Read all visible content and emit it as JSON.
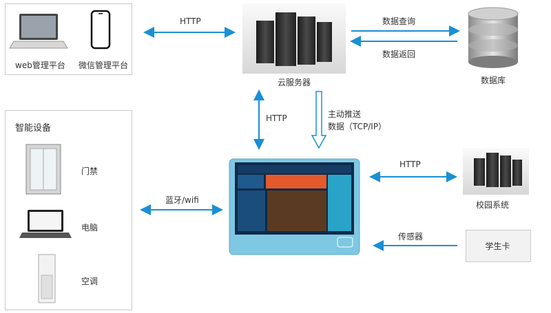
{
  "platforms": {
    "web_label": "web管理平台",
    "wechat_label": "微信管理平台"
  },
  "cloud": {
    "label": "云服务器",
    "http_top": "HTTP",
    "http_down": "HTTP",
    "push_line1": "主动推送",
    "push_line2": "数据（TCP/IP）"
  },
  "database": {
    "label": "数据库",
    "query_label": "数据查询",
    "return_label": "数据返回"
  },
  "smart_devices": {
    "title": "智能设备",
    "items": [
      "门禁",
      "电脑",
      "空调"
    ],
    "link_label": "蓝牙/wifi"
  },
  "campus": {
    "label": "校园系统",
    "http_label": "HTTP"
  },
  "student_card": {
    "label": "学生卡",
    "link_label": "传感器"
  },
  "colors": {
    "arrow": "#1a8fd6",
    "box_border": "#c9c9c9",
    "card_fill": "#f2f2f2",
    "terminal_frame": "#7ec8e3"
  },
  "icons": {
    "laptop": "laptop-icon",
    "phone": "phone-icon",
    "server": "server-icon",
    "database": "database-icon",
    "door": "door-icon",
    "computer": "computer-icon",
    "air_conditioner": "air-conditioner-icon",
    "terminal": "smart-terminal"
  }
}
